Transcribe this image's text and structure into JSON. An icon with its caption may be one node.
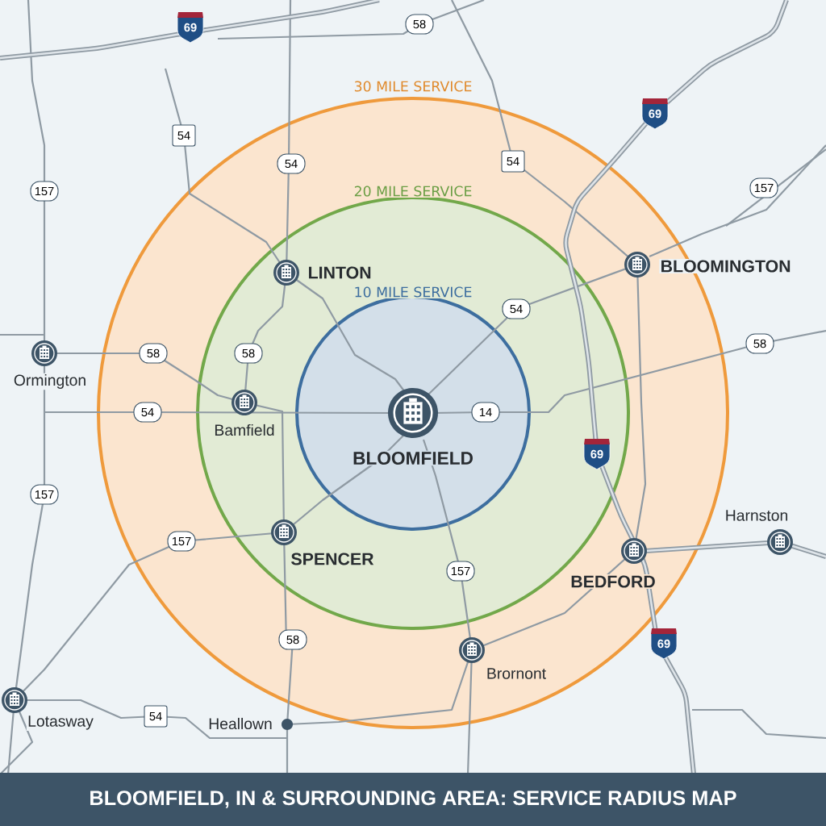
{
  "diagram": {
    "title": "BLOOMFIELD, IN & SURROUNDING AREA: SERVICE RADIUS MAP",
    "nodes": [
      {
        "text": [
          "30 MILE SERVICE"
        ]
      },
      {
        "text": [
          "20 MILE SERVICE"
        ],
        "in": 0
      },
      {
        "text": [
          "10 MILE SERVICE"
        ],
        "in": 1
      },
      {
        "text": [
          "BLOOMFIELD"
        ],
        "in": 2
      },
      {
        "text": [
          "LINTON"
        ],
        "in": 1
      },
      {
        "text": [
          "BLOOMINGTON"
        ]
      },
      {
        "text": [
          "Ormington"
        ]
      },
      {
        "text": [
          "Bamfield"
        ],
        "in": 1
      },
      {
        "text": [
          "SPENCER"
        ],
        "in": 1
      },
      {
        "text": [
          "Harnston"
        ]
      },
      {
        "text": [
          "BEDFORD"
        ],
        "in": 0
      },
      {
        "text": [
          "Brornont"
        ],
        "in": 0
      },
      {
        "text": [
          "Lotasway"
        ]
      },
      {
        "text": [
          "Heallown"
        ]
      }
    ],
    "labels": [
      "69",
      "58",
      "54",
      "69",
      "54",
      "54",
      "157",
      "157",
      "54",
      "58",
      "58",
      "58",
      "54",
      "14",
      "69",
      "157",
      "157",
      "157",
      "58",
      "69",
      "54"
    ]
  }
}
